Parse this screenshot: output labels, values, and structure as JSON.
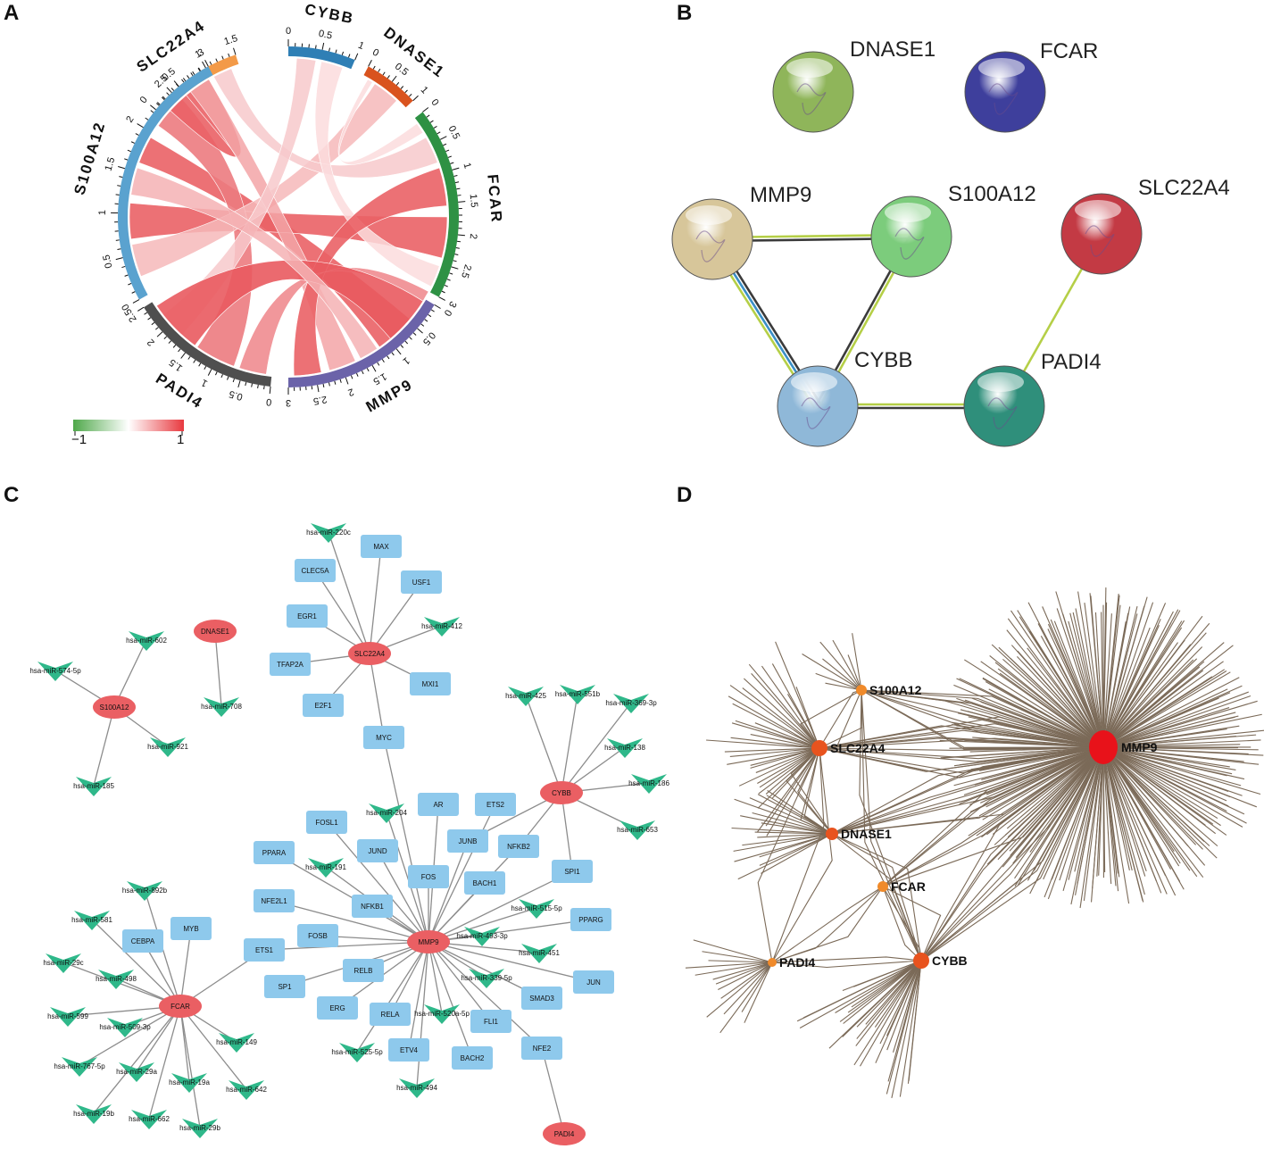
{
  "panels": {
    "a": "A",
    "b": "B",
    "c": "C",
    "d": "D"
  },
  "chord": {
    "sectors": [
      {
        "name": "SLC22A4",
        "color": "#f39a48",
        "ticks": [
          "0",
          "0.5",
          "1",
          "1.5"
        ]
      },
      {
        "name": "CYBB",
        "color": "#2f7fb5",
        "ticks": [
          "0",
          "0.5",
          "1"
        ]
      },
      {
        "name": "DNASE1",
        "color": "#d9531e",
        "ticks": [
          "0",
          "0.5",
          "1"
        ]
      },
      {
        "name": "FCAR",
        "color": "#2e9144",
        "ticks": [
          "0",
          "0.5",
          "1",
          "1.5",
          "2",
          "2.5",
          "3"
        ]
      },
      {
        "name": "MMP9",
        "color": "#6b63a9",
        "ticks": [
          "0",
          "0.5",
          "1",
          "1.5",
          "2",
          "2.5",
          "3"
        ]
      },
      {
        "name": "PADI4",
        "color": "#4f4f4f",
        "ticks": [
          "0",
          "0.5",
          "1",
          "1.5",
          "2",
          "2.5"
        ]
      },
      {
        "name": "S100A12",
        "color": "#5aa2cf",
        "ticks": [
          "0",
          "0.5",
          "1",
          "1.5",
          "2",
          "2.5",
          "3"
        ]
      }
    ],
    "legend": {
      "min": "−1",
      "max": "1",
      "colors": [
        "#4fa84a",
        "#ffffff",
        "#e8393f"
      ]
    }
  },
  "string_network": {
    "nodes": [
      {
        "name": "DNASE1",
        "color": "#8fb55a"
      },
      {
        "name": "FCAR",
        "color": "#3e3f9c"
      },
      {
        "name": "MMP9",
        "color": "#d7c69a"
      },
      {
        "name": "S100A12",
        "color": "#7ccc7c"
      },
      {
        "name": "SLC22A4",
        "color": "#c33a44"
      },
      {
        "name": "CYBB",
        "color": "#8fb8d8"
      },
      {
        "name": "PADI4",
        "color": "#2f8f7b"
      }
    ]
  },
  "regulatory_network": {
    "hub_genes": [
      "DNASE1",
      "SLC22A4",
      "S100A12",
      "CYBB",
      "MMP9",
      "FCAR",
      "PADI4"
    ],
    "tfs": [
      "MAX",
      "CLEC5A",
      "USF1",
      "EGR1",
      "TFAP2A",
      "MXI1",
      "E2F1",
      "MYC",
      "AR",
      "ETS2",
      "FOSL1",
      "JUNB",
      "JUND",
      "NFKB2",
      "PPARA",
      "FOS",
      "BACH1",
      "SPI1",
      "NFE2L1",
      "NFKB1",
      "PPARG",
      "MYB",
      "CEBPA",
      "ETS1",
      "FOSB",
      "RELB",
      "SP1",
      "JUN",
      "SMAD3",
      "ERG",
      "RELA",
      "FLI1",
      "ETV4",
      "BACH2",
      "NFE2"
    ],
    "mirnas": [
      "hsa-miR-220c",
      "hsa-miR-412",
      "hsa-miR-602",
      "hsa-miR-574-5p",
      "hsa-miR-708",
      "hsa-miR-921",
      "hsa-miR-185",
      "hsa-miR-425",
      "hsa-miR-551b",
      "hsa-miR-369-3p",
      "hsa-miR-138",
      "hsa-miR-186",
      "hsa-miR-653",
      "hsa-miR-204",
      "hsa-miR-191",
      "hsa-miR-515-5p",
      "hsa-miR-493-3p",
      "hsa-miR-451",
      "hsa-miR-339-5p",
      "hsa-miR-520a-5p",
      "hsa-miR-525-5p",
      "hsa-miR-494",
      "hsa-miR-892b",
      "hsa-miR-581",
      "hsa-miR-29c",
      "hsa-miR-498",
      "hsa-miR-599",
      "hsa-miR-509-3p",
      "hsa-miR-149",
      "hsa-miR-767-5p",
      "hsa-miR-29a",
      "hsa-miR-19a",
      "hsa-miR-642",
      "hsa-miR-19b",
      "hsa-miR-662",
      "hsa-miR-29b"
    ]
  },
  "chemical_network": {
    "hubs": [
      {
        "name": "S100A12"
      },
      {
        "name": "SLC22A4"
      },
      {
        "name": "MMP9"
      },
      {
        "name": "DNASE1"
      },
      {
        "name": "FCAR"
      },
      {
        "name": "PADI4"
      },
      {
        "name": "CYBB"
      }
    ],
    "edge_color": "#7b6a58",
    "hub_color": "#e8531e",
    "mmp9_color": "#e8121a"
  }
}
